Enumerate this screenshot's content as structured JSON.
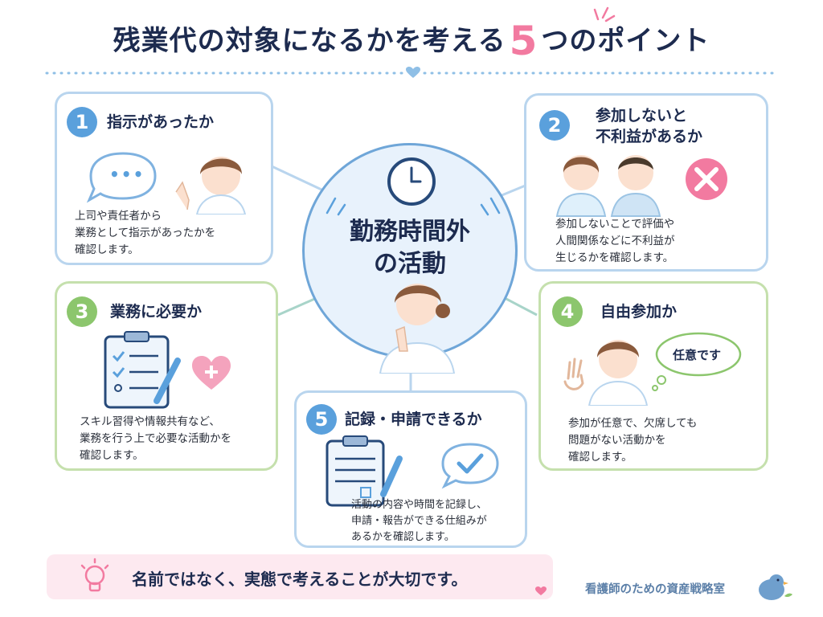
{
  "title": {
    "prefix": "残業代の対象になるかを考える",
    "number": "5",
    "suffix": "つのポイント"
  },
  "center": {
    "title": "勤務時間外\nの活動"
  },
  "points": [
    {
      "number": "1",
      "title": "指示があったか",
      "speech": "•••",
      "description": "上司や責任者から\n業務として指示があったかを\n確認します。"
    },
    {
      "number": "2",
      "title": "参加しないと\n不利益があるか",
      "description": "参加しないことで評価や\n人間関係などに不利益が\n生じるかを確認します。"
    },
    {
      "number": "3",
      "title": "業務に必要か",
      "description": "スキル習得や情報共有など、\n業務を行う上で必要な活動かを\n確認します。"
    },
    {
      "number": "4",
      "title": "自由参加か",
      "speech": "任意です",
      "description": "参加が任意で、欠席しても\n問題がない活動かを\n確認します。"
    },
    {
      "number": "5",
      "title": "記録・申請できるか",
      "description": "活動の内容や時間を記録し、\n申請・報告ができる仕組みが\nあるかを確認します。"
    }
  ],
  "bottom_message": "名前ではなく、実態で考えることが大切です。",
  "brand": "看護師のための資産戦略室",
  "colors": {
    "navy": "#1d2b4f",
    "pink": "#f27aa0",
    "blue": "#5aa0dc",
    "green": "#8cc66d",
    "light_blue": "#e8f2fc",
    "light_pink": "#fde9f0"
  }
}
